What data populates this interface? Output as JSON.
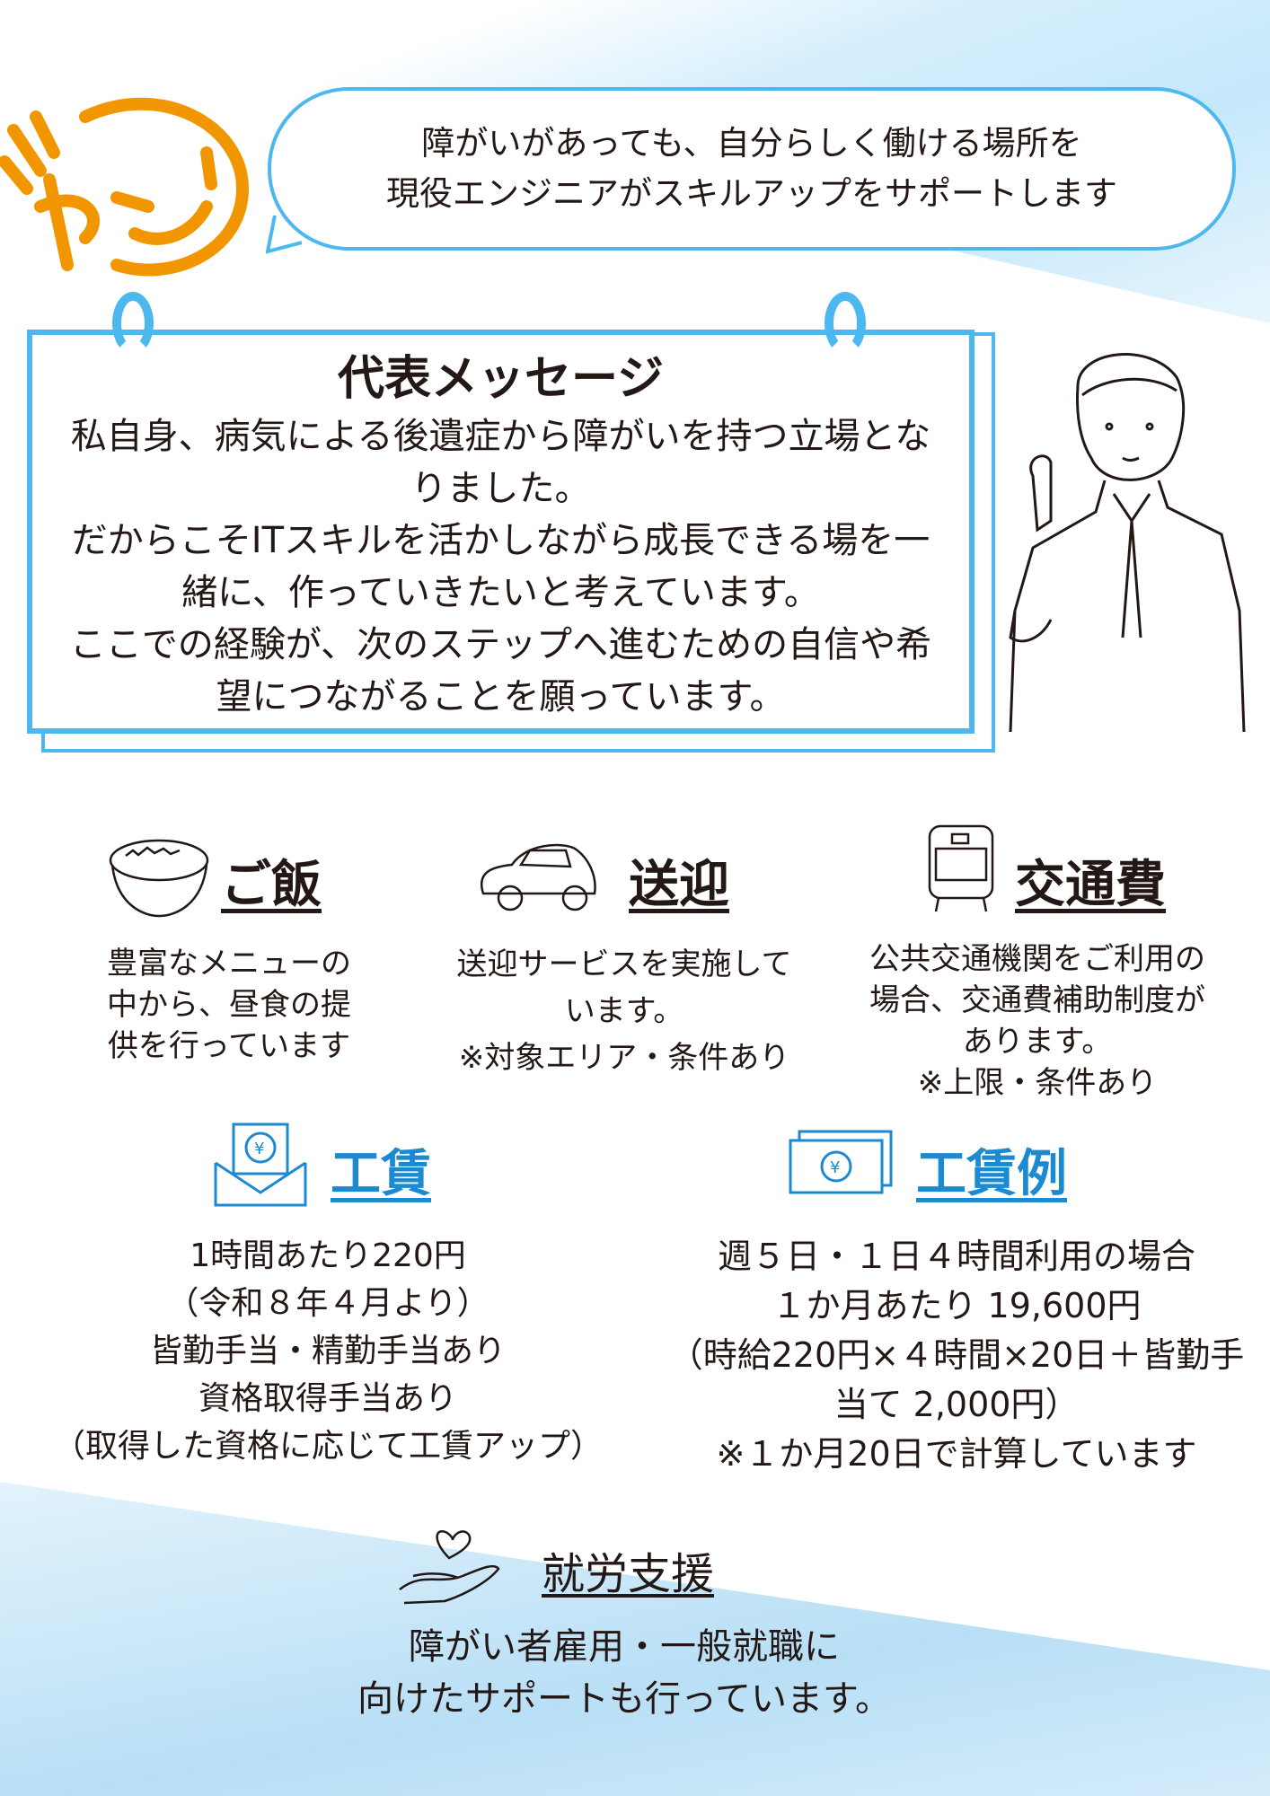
{
  "bubble": {
    "line1": "障がいがあっても、自分らしく働ける場所を",
    "line2": "現役エンジニアがスキルアップをサポートします"
  },
  "message": {
    "title": "代表メッセージ",
    "lines": [
      "私自身、病気による後遺症から障がいを持つ立場とな",
      "りました。",
      "だからこそITスキルを活かしながら成長できる場を一",
      "緒に、作っていきたいと考えています。",
      "ここでの経験が、次のステップへ進むための自信や希",
      "望につながることを願っています。"
    ]
  },
  "services": [
    {
      "title": "ご飯",
      "icon": "rice-bowl-icon",
      "lines": [
        "豊富なメニューの",
        "中から、昼食の提",
        "供を行っています"
      ]
    },
    {
      "title": "送迎",
      "icon": "car-icon",
      "lines": [
        "送迎サービスを実施して",
        "います。",
        "※対象エリア・条件あり"
      ]
    },
    {
      "title": "交通費",
      "icon": "train-icon",
      "lines": [
        "公共交通機関をご利用の",
        "場合、交通費補助制度が",
        "あります。",
        "※上限・条件あり"
      ]
    }
  ],
  "wage": {
    "title": "工賃",
    "lines": [
      "1時間あたり220円",
      "（令和８年４月より）",
      "皆勤手当・精勤手当あり",
      "資格取得手当あり",
      "（取得した資格に応じて工賃アップ）"
    ]
  },
  "wage_example": {
    "title": "工賃例",
    "lines": [
      "週５日・１日４時間利用の場合",
      "１か月あたり 19,600円",
      "（時給220円×４時間×20日＋皆勤手",
      "当て 2,000円）",
      "※１か月20日で計算しています"
    ]
  },
  "support": {
    "title": "就労支援",
    "lines": [
      "障がい者雇用・一般就職に",
      "向けたサポートも行っています。"
    ]
  },
  "colors": {
    "accent": "#4cb8ef",
    "wage": "#1b8ad0",
    "logo": "#f29600"
  }
}
